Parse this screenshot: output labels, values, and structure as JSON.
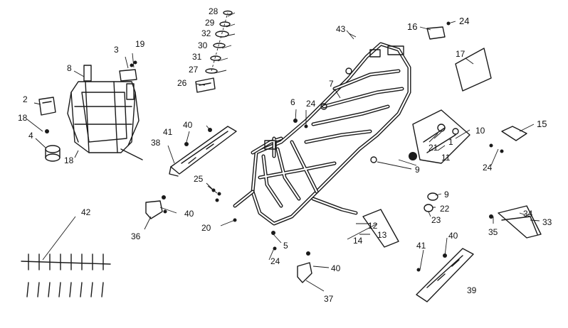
{
  "callouts": [
    {
      "id": "c1",
      "text": "1"
    },
    {
      "id": "c2",
      "text": "2"
    },
    {
      "id": "c3",
      "text": "3"
    },
    {
      "id": "c4",
      "text": "4"
    },
    {
      "id": "c5",
      "text": "5"
    },
    {
      "id": "c6",
      "text": "6"
    },
    {
      "id": "c7",
      "text": "7"
    },
    {
      "id": "c8",
      "text": "8"
    },
    {
      "id": "c9a",
      "text": "9"
    },
    {
      "id": "c9b",
      "text": "9"
    },
    {
      "id": "c10",
      "text": "10"
    },
    {
      "id": "c11",
      "text": "11"
    },
    {
      "id": "c12",
      "text": "12"
    },
    {
      "id": "c13",
      "text": "13"
    },
    {
      "id": "c14",
      "text": "14"
    },
    {
      "id": "c15",
      "text": "15"
    },
    {
      "id": "c16",
      "text": "16"
    },
    {
      "id": "c17",
      "text": "17"
    },
    {
      "id": "c18a",
      "text": "18"
    },
    {
      "id": "c18b",
      "text": "18"
    },
    {
      "id": "c19",
      "text": "19"
    },
    {
      "id": "c20",
      "text": "20"
    },
    {
      "id": "c21",
      "text": "21"
    },
    {
      "id": "c22",
      "text": "22"
    },
    {
      "id": "c23",
      "text": "23"
    },
    {
      "id": "c24a",
      "text": "24"
    },
    {
      "id": "c24b",
      "text": "24"
    },
    {
      "id": "c24c",
      "text": "24"
    },
    {
      "id": "c24d",
      "text": "24"
    },
    {
      "id": "c25",
      "text": "25"
    },
    {
      "id": "c26",
      "text": "26"
    },
    {
      "id": "c27",
      "text": "27"
    },
    {
      "id": "c28",
      "text": "28"
    },
    {
      "id": "c29",
      "text": "29"
    },
    {
      "id": "c30",
      "text": "30"
    },
    {
      "id": "c31",
      "text": "31"
    },
    {
      "id": "c32",
      "text": "32"
    },
    {
      "id": "c33",
      "text": "33"
    },
    {
      "id": "c34",
      "text": "34"
    },
    {
      "id": "c35",
      "text": "35"
    },
    {
      "id": "c36",
      "text": "36"
    },
    {
      "id": "c37",
      "text": "37"
    },
    {
      "id": "c38",
      "text": "38"
    },
    {
      "id": "c39",
      "text": "39"
    },
    {
      "id": "c40a",
      "text": "40"
    },
    {
      "id": "c40b",
      "text": "40"
    },
    {
      "id": "c40c",
      "text": "40"
    },
    {
      "id": "c40d",
      "text": "40"
    },
    {
      "id": "c41a",
      "text": "41"
    },
    {
      "id": "c41b",
      "text": "41"
    },
    {
      "id": "c42",
      "text": "42"
    },
    {
      "id": "c43",
      "text": "43"
    }
  ]
}
